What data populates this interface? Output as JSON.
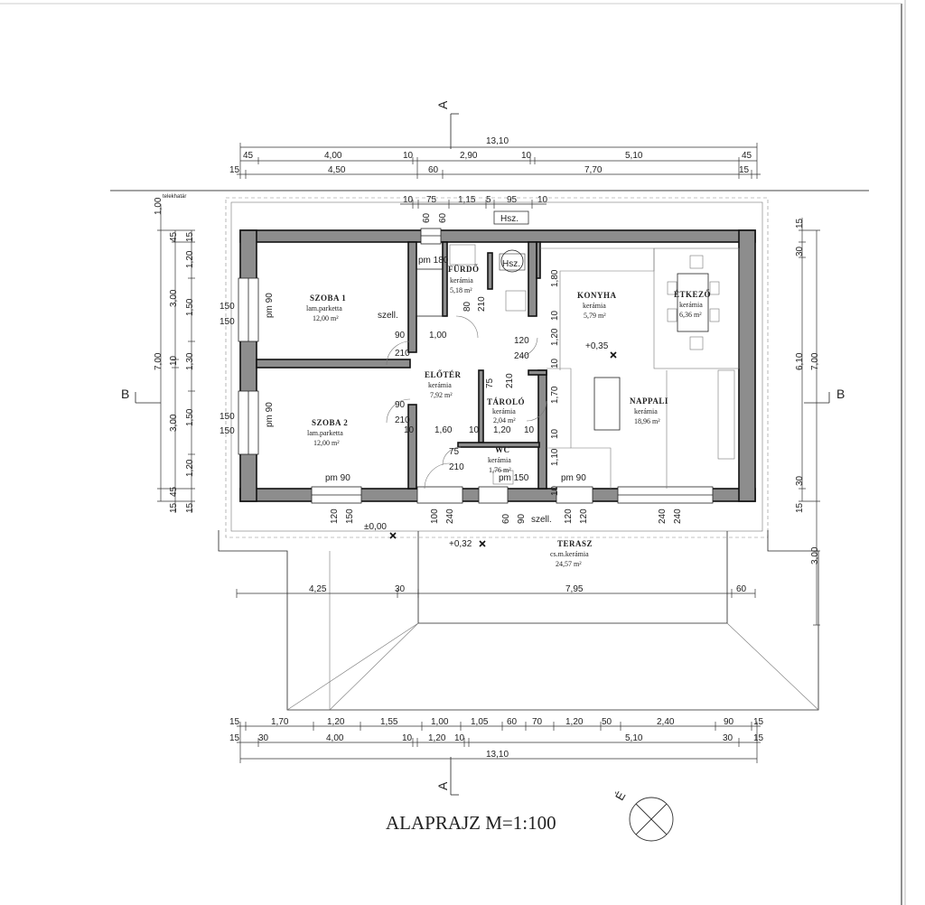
{
  "title": "ALAPRAJZ M=1:100",
  "north_label": "É",
  "boundary_label": "telekhatár",
  "section_marks": {
    "a": "A",
    "b": "B"
  },
  "rooms": [
    {
      "id": "szoba1",
      "name": "SZOBA 1",
      "floor": "lam.parketta",
      "area": "12,00 m²"
    },
    {
      "id": "szoba2",
      "name": "SZOBA 2",
      "floor": "lam.parketta",
      "area": "12,00 m²"
    },
    {
      "id": "furdo",
      "name": "FÜRDŐ",
      "floor": "kerámia",
      "area": "5,18 m²"
    },
    {
      "id": "konyha",
      "name": "KONYHA",
      "floor": "kerámia",
      "area": "5,79 m²"
    },
    {
      "id": "etkezo",
      "name": "ÉTKEZŐ",
      "floor": "kerámia",
      "area": "6,36 m²"
    },
    {
      "id": "eloter",
      "name": "ELŐTÉR",
      "floor": "kerámia",
      "area": "7,92 m²"
    },
    {
      "id": "tarolo",
      "name": "TÁROLÓ",
      "floor": "kerámia",
      "area": "2,04 m²"
    },
    {
      "id": "nappali",
      "name": "NAPPALI",
      "floor": "kerámia",
      "area": "18,96 m²"
    },
    {
      "id": "wc",
      "name": "WC",
      "floor": "kerámia",
      "area": "1,76 m²"
    },
    {
      "id": "terasz",
      "name": "TERASZ",
      "floor": "cs.m.kerámia",
      "area": "24,57 m²"
    }
  ],
  "levels": {
    "floor": "+0,35",
    "ground": "±0,00",
    "terrace": "+0,32"
  },
  "labels": {
    "hsz": "Hsz.",
    "szell": "szell.",
    "pm90": "pm 90",
    "pm180": "pm 180",
    "pm150": "pm 150"
  },
  "dims_top_total": "13,10",
  "dims_top_1": [
    "45",
    "4,00",
    "10",
    "2,90",
    "10",
    "5,10",
    "45"
  ],
  "dims_top_2": [
    "15",
    "4,50",
    "60",
    "7,70",
    "15"
  ],
  "dims_top_3": [
    "10",
    "75",
    "1,15",
    "5",
    "95",
    "10"
  ],
  "dims_bottom_1": [
    "15",
    "1,70",
    "1,20",
    "1,55",
    "1,00",
    "1,05",
    "60",
    "70",
    "1,20",
    "50",
    "2,40",
    "90",
    "15"
  ],
  "dims_bottom_2": [
    "15",
    "30",
    "4,00",
    "10",
    "1,20",
    "10",
    "5,10",
    "30",
    "15"
  ],
  "dims_bottom_total": "13,10",
  "dims_left_outer": [
    "1,00",
    "7,00"
  ],
  "dims_left_mid": [
    "45",
    "3,00",
    "10",
    "3,00",
    "45",
    "15"
  ],
  "dims_left_inner": [
    "15",
    "1,20",
    "1,50",
    "1,30",
    "1,50",
    "1,20"
  ],
  "dims_right_outer": [
    "15",
    "6,10",
    "7,00",
    "3,00"
  ],
  "dims_right_inner": [
    "30",
    "30",
    "15"
  ],
  "dims_terrace": [
    "4,25",
    "30",
    "7,95",
    "60"
  ],
  "inner_labels": {
    "w1": "150",
    "w2": "150",
    "w3": "150",
    "w4": "150",
    "d90a": "90",
    "d210a": "210",
    "d90b": "90",
    "d210b": "210",
    "d100": "1,00",
    "d80": "80",
    "d210c": "210",
    "d120a": "120",
    "d240a": "240",
    "d75": "75",
    "d210d": "210",
    "d160": "1,60",
    "d120b": "1,20",
    "d10a": "10",
    "d10b": "10",
    "wc75": "75",
    "wc210": "210",
    "k180": "1,80",
    "k10a": "10",
    "k120": "1,20",
    "k10b": "10",
    "k170": "1,70",
    "k10c": "10",
    "k110": "1,10",
    "b120": "120",
    "b150": "150",
    "b100": "100",
    "b240": "240",
    "b60": "60",
    "b90": "90",
    "b120b": "120",
    "b120c": "120",
    "b240b": "240",
    "b240c": "240",
    "h60a": "60",
    "h60b": "60"
  }
}
